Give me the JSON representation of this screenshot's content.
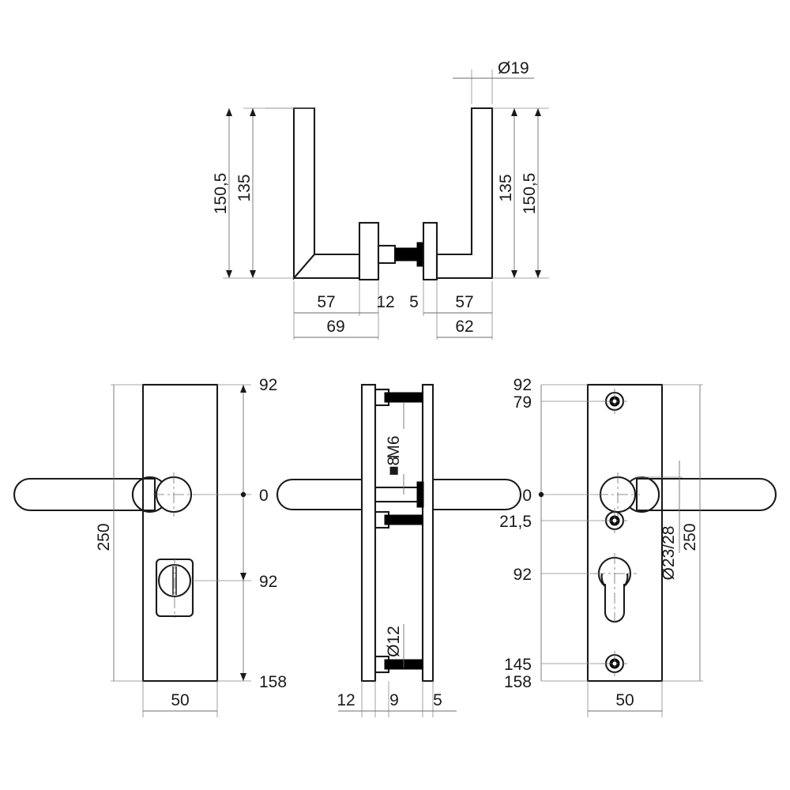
{
  "drawing": {
    "title": "Door handle on backplate - technical dimension drawing",
    "units": "mm",
    "line_color": "#1a1a1a",
    "dim_color": "#6e6e6e"
  },
  "views": {
    "top": {
      "name": "top-view",
      "labels": {
        "diameter_lever": "Ø19",
        "height_left_outer": "150,5",
        "height_left_inner": "135",
        "height_right_inner": "135",
        "height_right_outer": "150,5",
        "depth_left_inner": "57",
        "depth_left_plate": "12",
        "depth_right_plate": "5",
        "depth_right_inner": "57",
        "depth_left_total": "69",
        "depth_right_total": "62"
      }
    },
    "front_left": {
      "name": "front-view-inside",
      "labels": {
        "ord_top": "92",
        "ord_zero": "0",
        "ord_keyhole": "92",
        "ord_bottom": "158",
        "height": "250",
        "width": "50"
      }
    },
    "side_middle": {
      "name": "side-section-view",
      "labels": {
        "bolt_thread": "M6",
        "spindle": "■8",
        "hole": "Ø12",
        "plate_left": "12",
        "gap": "9",
        "plate_right": "5"
      }
    },
    "front_right": {
      "name": "front-view-outside",
      "labels": {
        "ord_92_top": "92",
        "ord_79": "79",
        "ord_zero": "0",
        "ord_21_5": "21,5",
        "ord_92": "92",
        "ord_145": "145",
        "ord_158": "158",
        "hub_diameter": "Ø23/28",
        "height": "250",
        "width": "50"
      }
    }
  }
}
